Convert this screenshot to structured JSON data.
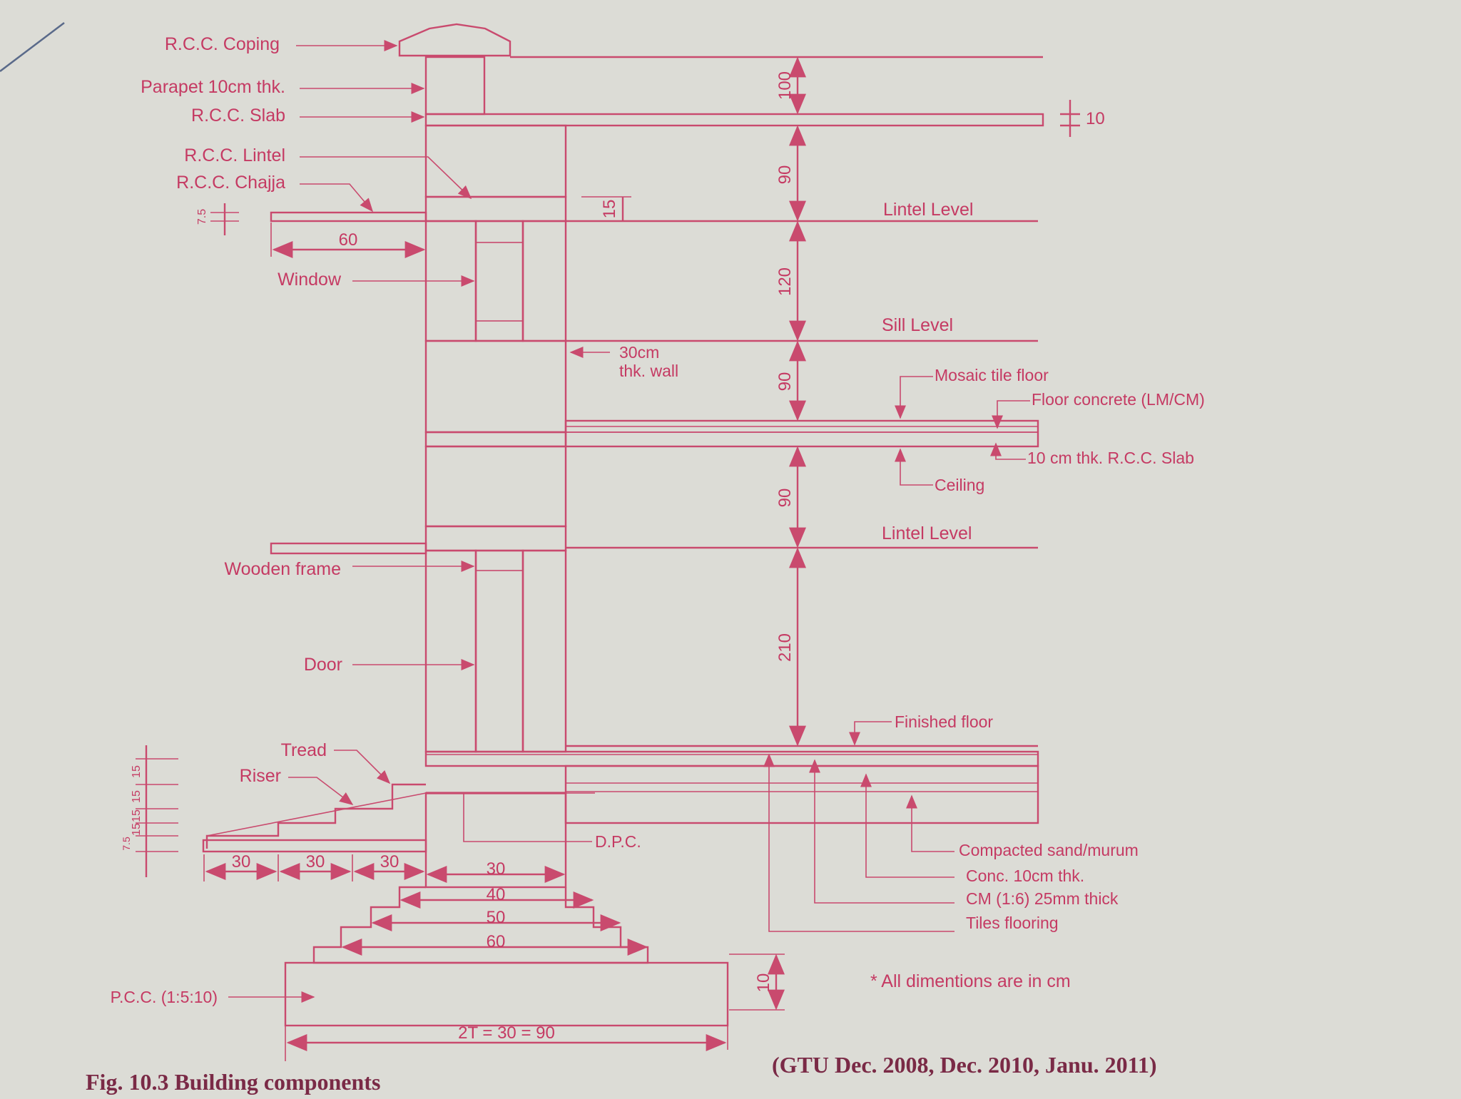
{
  "labels": {
    "rcc_coping": "R.C.C. Coping",
    "parapet": "Parapet 10cm thk.",
    "rcc_slab": "R.C.C. Slab",
    "rcc_lintel": "R.C.C. Lintel",
    "rcc_chajja": "R.C.C. Chajja",
    "window": "Window",
    "wooden_frame": "Wooden frame",
    "door": "Door",
    "tread": "Tread",
    "riser": "Riser",
    "lintel_level_1": "Lintel Level",
    "sill_level": "Sill Level",
    "wall_note_1": "30cm",
    "wall_note_2": "thk. wall",
    "mosaic_tile_floor": "Mosaic tile floor",
    "floor_concrete": "Floor concrete (LM/CM)",
    "rcc_slab_10cm": "10 cm thk. R.C.C. Slab",
    "ceiling": "Ceiling",
    "lintel_level_2": "Lintel Level",
    "finished_floor": "Finished floor",
    "dpc": "D.P.C.",
    "compacted_sand": "Compacted sand/murum",
    "conc_10cm": "Conc. 10cm thk.",
    "cm_25mm": "CM (1:6) 25mm thick",
    "tiles_flooring": "Tiles flooring",
    "pcc": "P.C.C. (1:5:10)",
    "all_dimensions": "* All dimentions are in cm"
  },
  "dimensions": {
    "parapet_height": "100",
    "slab_thickness": "10",
    "slab_to_lintel": "90",
    "lintel_thickness": "15",
    "chajja_thickness": "7.5",
    "chajja_projection": "60",
    "window_height": "120",
    "sill_height": "90",
    "floor_to_lintel": "90",
    "door_height": "210",
    "riser_heights": [
      "15",
      "15",
      "15",
      "15"
    ],
    "step_riser_small": [
      "7.5",
      "15",
      "15",
      "15"
    ],
    "tread_1": "30",
    "tread_2": "30",
    "tread_3": "30",
    "footing_1": "30",
    "footing_2": "40",
    "footing_3": "50",
    "footing_4": "60",
    "pcc_depth": "10",
    "pcc_width": "2T = 30 = 90"
  },
  "caption": {
    "figure": "Fig. 10.3 Building components",
    "source": "(GTU Dec. 2008, Dec. 2010, Janu. 2011)"
  },
  "colors": {
    "ink": "#c94a6e",
    "paper": "#dcdcd6"
  }
}
